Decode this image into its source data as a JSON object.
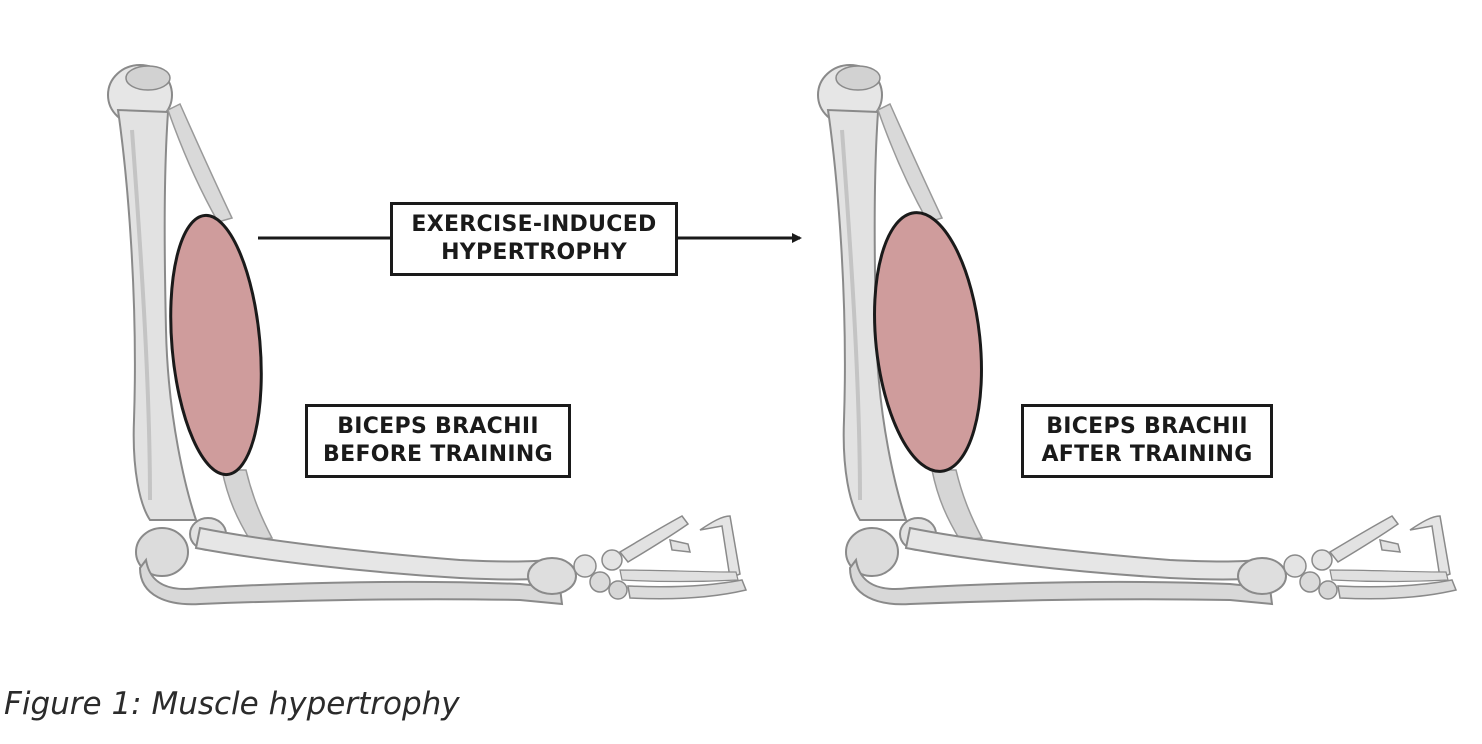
{
  "labels": {
    "arrow_line1": "EXERCISE-INDUCED",
    "arrow_line2": "HYPERTROPHY",
    "before_line1": "BICEPS BRACHII",
    "before_line2": "BEFORE TRAINING",
    "after_line1": "BICEPS BRACHII",
    "after_line2": "AFTER TRAINING"
  },
  "caption": "Figure 1: Muscle hypertrophy",
  "colors": {
    "muscle_fill": "#cf9c9c",
    "bone_fill": "#e4e4e4",
    "bone_shadow": "#b5b5b5",
    "outline": "#1a1a1a"
  }
}
